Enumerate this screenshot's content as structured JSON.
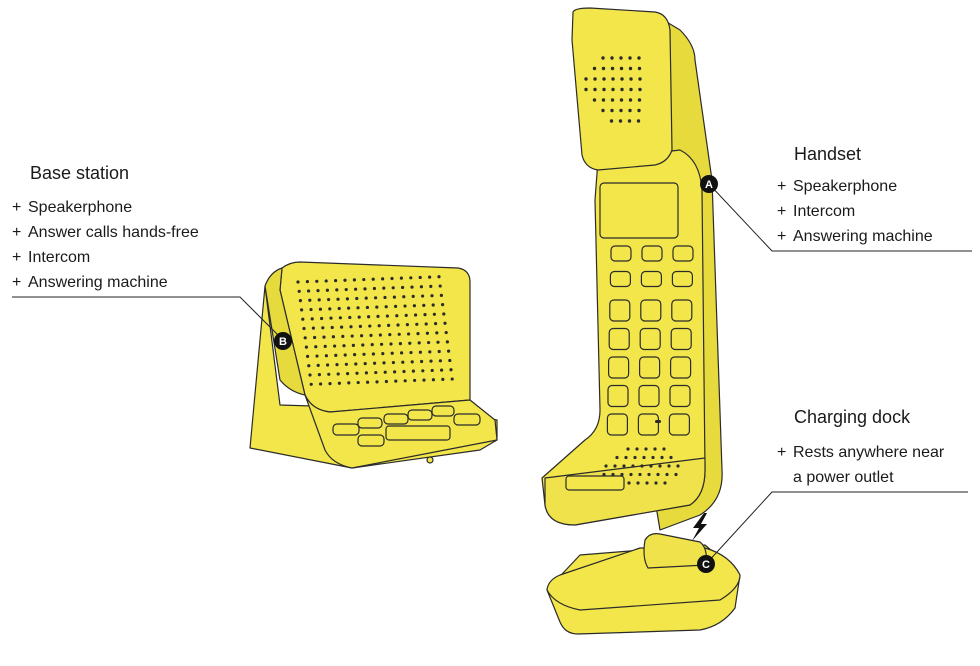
{
  "colors": {
    "fill": "#f2e64a",
    "stroke": "#2b2b2b",
    "marker": "#111111"
  },
  "base": {
    "title": "Base station",
    "marker": "B",
    "features": [
      "Speakerphone",
      "Answer calls hands-free",
      "Intercom",
      "Answering machine"
    ]
  },
  "handset": {
    "title": "Handset",
    "marker": "A",
    "features": [
      "Speakerphone",
      "Intercom",
      "Answering machine"
    ]
  },
  "dock": {
    "title": "Charging dock",
    "marker": "C",
    "feature_line1": "Rests anywhere near",
    "feature_line2": "a power outlet"
  },
  "bullet": "+"
}
